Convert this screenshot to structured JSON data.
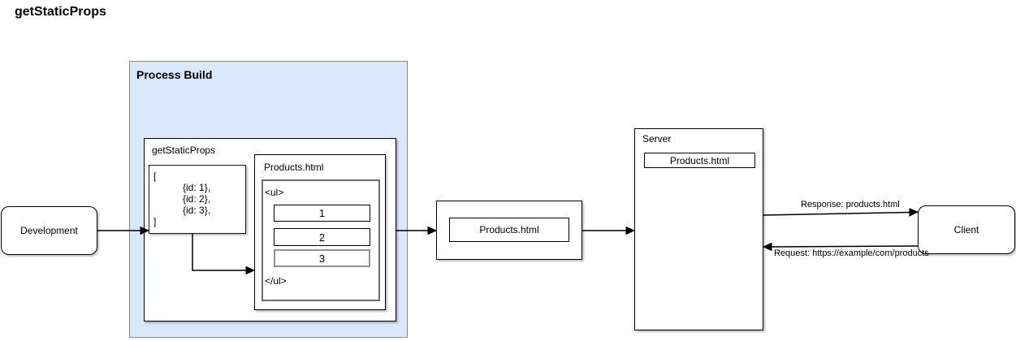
{
  "title": "getStaticProps",
  "colors": {
    "process_build_fill": "#dae8fc",
    "process_build_border": "#6c8ebf"
  },
  "process_build": {
    "label": "Process Build",
    "get_static_props": {
      "label": "getStaticProps",
      "code": {
        "open": "[",
        "lines": [
          "{id: 1},",
          "{id: 2},",
          "{id: 3},"
        ],
        "close": "]"
      }
    },
    "products_html": {
      "label": "Products.html",
      "ul_open": "<ul>",
      "items": [
        "1",
        "2",
        "3"
      ],
      "ul_close": "</ul>"
    }
  },
  "development": {
    "label": "Development"
  },
  "build_output": {
    "label": "Products.html"
  },
  "server": {
    "label": "Server",
    "file": "Products.html"
  },
  "client": {
    "label": "Client"
  },
  "arrows": {
    "response_label": "Response: products.html",
    "request_label": "Request: https://example/com/products"
  }
}
